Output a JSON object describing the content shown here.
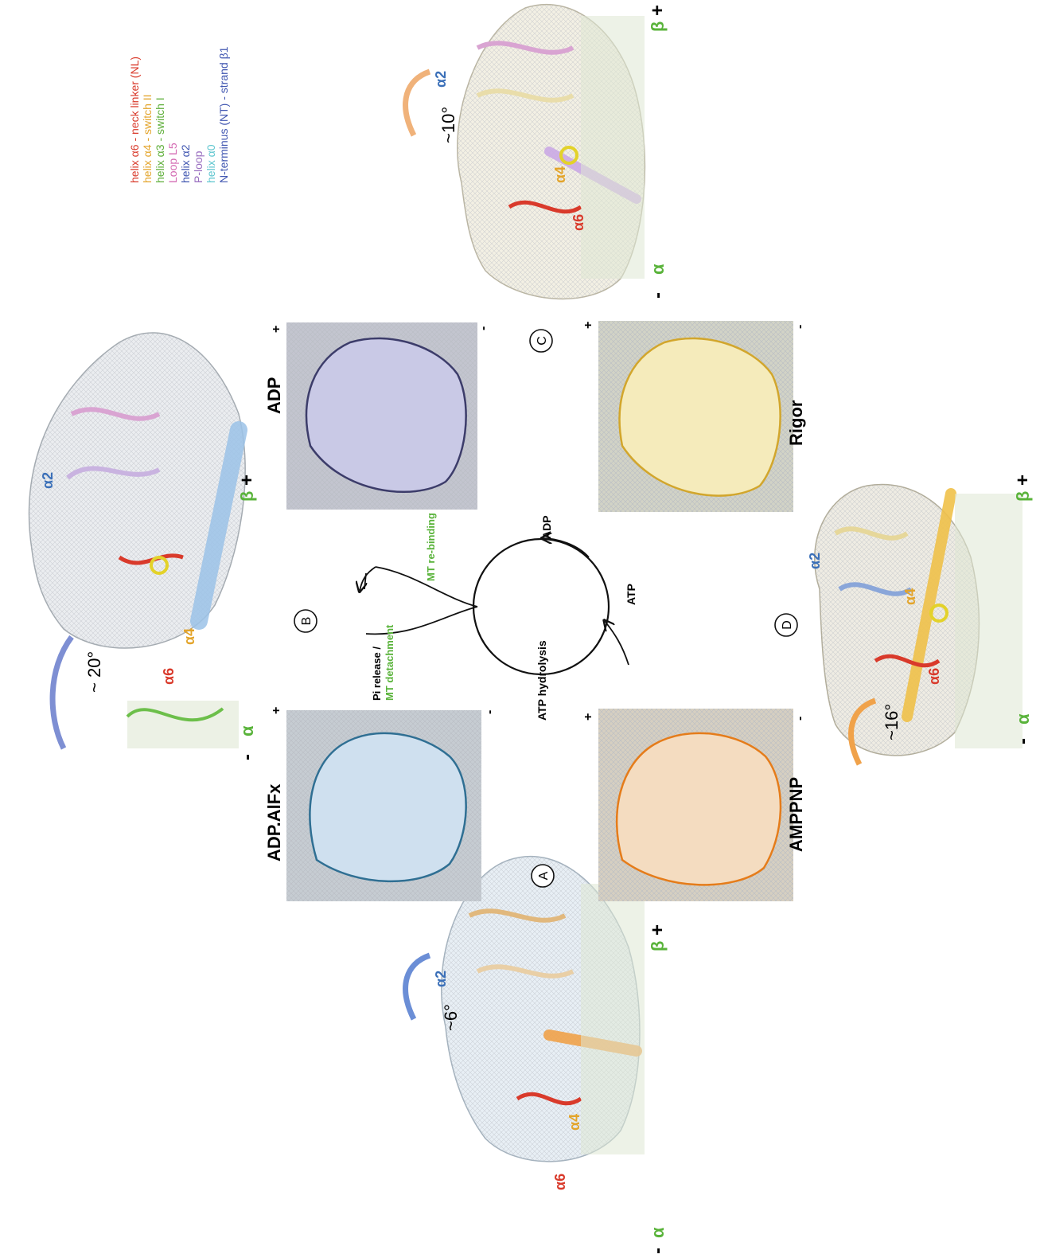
{
  "legend": [
    {
      "text": "N-terminus (NT) - strand β1",
      "color": "#3f55b0"
    },
    {
      "text": "helix α0",
      "color": "#5ec6cf"
    },
    {
      "text": "P-loop",
      "color": "#9a6fc0"
    },
    {
      "text": "helix α2",
      "color": "#3f55b0"
    },
    {
      "text": "Loop L5",
      "color": "#d46bb3"
    },
    {
      "text": "helix α3 - switch I",
      "color": "#5faf3a"
    },
    {
      "text": "helix α4 - switch II",
      "color": "#e3a42a"
    },
    {
      "text": "helix α6 - neck linker (NL)",
      "color": "#d93a2b"
    }
  ],
  "states": {
    "A": {
      "letter": "A",
      "name": "ADP.AlFx",
      "angle": "~ 20°",
      "fill": "#cfe0ef",
      "edge": "#2f6f93"
    },
    "B": {
      "letter": "B",
      "name": "ADP",
      "angle": "~10°",
      "fill": "#c9c9e6",
      "edge": "#3c3c6a"
    },
    "C": {
      "letter": "C",
      "name": "Rigor",
      "angle": "~6°",
      "fill": "#f5ebbb",
      "edge": "#d2a62c"
    },
    "D": {
      "letter": "D",
      "name": "AMPPNP",
      "angle": "~16°",
      "fill": "#f4dcc0",
      "edge": "#e57c1a"
    }
  },
  "cycle": {
    "pi_release": "Pi release /",
    "mt_detachment": "MT detachment",
    "mt_rebinding": "MT re-binding",
    "adp": "ADP",
    "atp": "ATP",
    "hydrolysis": "ATP hydrolysis"
  },
  "labels": {
    "alpha2": "α2",
    "alpha4": "α4",
    "alpha6": "α6",
    "alpha": "α",
    "beta": "β",
    "plus": "+",
    "minus": "-"
  },
  "colors": {
    "green_text": "#59b33a",
    "alpha2_text": "#3a6fb8",
    "alpha4_text": "#e3a42a",
    "alpha6_text": "#d93a2b",
    "mt_green": "#6cbf4a"
  }
}
